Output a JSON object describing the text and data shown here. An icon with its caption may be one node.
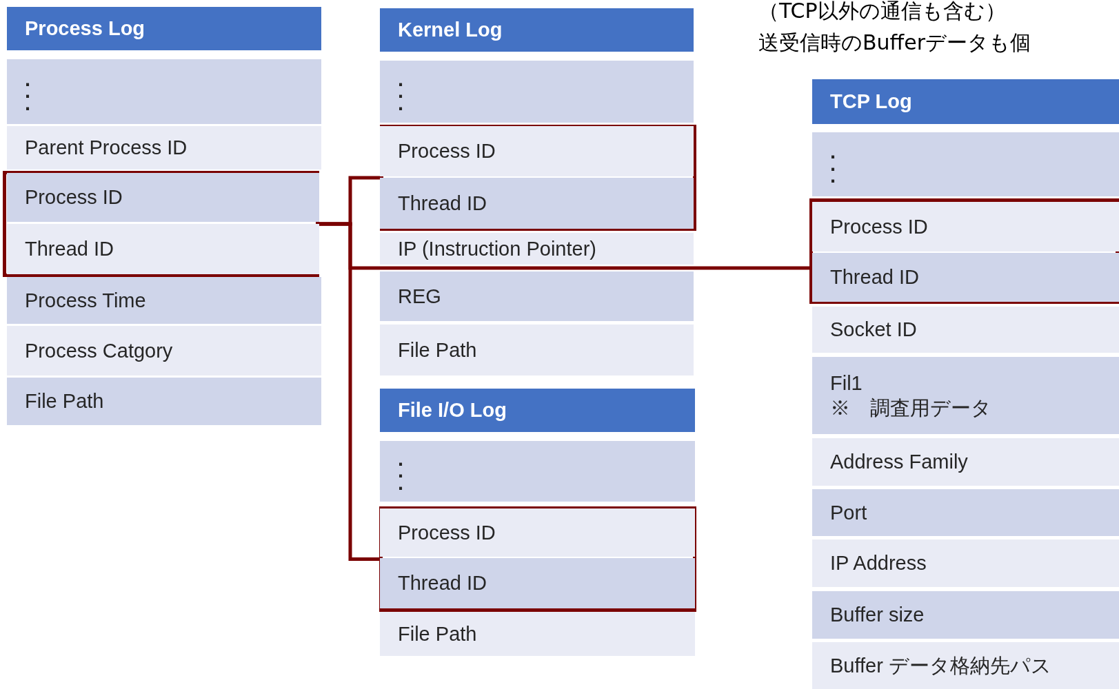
{
  "diagram": {
    "nodes": [
      {
        "text": [
          "Process Log"
        ]
      },
      {
        "text": [
          ". . ."
        ]
      },
      {
        "text": [
          "Parent Process ID"
        ]
      },
      {
        "text": [],
        "shape": "box"
      },
      {
        "text": [
          "Process ID"
        ],
        "in": 3
      },
      {
        "text": [
          "Thread ID"
        ],
        "in": 3
      },
      {
        "text": [
          "Process Time"
        ]
      },
      {
        "text": [
          "Process Catgory"
        ]
      },
      {
        "text": [
          "File Path"
        ]
      },
      {
        "text": [
          "Kernel Log"
        ]
      },
      {
        "text": [
          ". . ."
        ]
      },
      {
        "text": [],
        "shape": "box"
      },
      {
        "text": [
          "Process ID"
        ],
        "in": 11
      },
      {
        "text": [
          "Thread ID"
        ],
        "in": 11
      },
      {
        "text": [
          "IP (Instruction Pointer)"
        ]
      },
      {
        "text": [
          "REG"
        ]
      },
      {
        "text": [
          "File Path"
        ]
      },
      {
        "text": [
          "File I/O Log"
        ]
      },
      {
        "text": [
          ". . ."
        ]
      },
      {
        "text": [],
        "shape": "box"
      },
      {
        "text": [
          "Process ID"
        ],
        "in": 19
      },
      {
        "text": [
          "Thread ID"
        ],
        "in": 19
      },
      {
        "text": [
          "File Path"
        ]
      },
      {
        "text": [
          "TCP Log"
        ]
      },
      {
        "text": [
          ". . ."
        ]
      },
      {
        "text": [],
        "shape": "box"
      },
      {
        "text": [
          "Process ID"
        ],
        "in": 25
      },
      {
        "text": [
          "Thread ID"
        ],
        "in": 25
      },
      {
        "text": [
          "Socket ID"
        ]
      },
      {
        "text": [
          "Fil1",
          "※　調査用データ"
        ]
      },
      {
        "text": [
          "Address Family"
        ]
      },
      {
        "text": [
          "Port"
        ]
      },
      {
        "text": [
          "IP Address"
        ]
      },
      {
        "text": [
          "Buffer size"
        ]
      },
      {
        "text": [
          "Buffer データ格納先パス"
        ]
      }
    ],
    "edges": [
      {
        "from": 3,
        "to": 11,
        "arrow": "none"
      },
      {
        "from": 3,
        "to": 19,
        "arrow": "none"
      },
      {
        "from": 3,
        "to": 25,
        "arrow": "none"
      }
    ],
    "labels": [
      "（TCP以外の通信も含む）",
      "送受信時のBufferデータも個"
    ]
  }
}
